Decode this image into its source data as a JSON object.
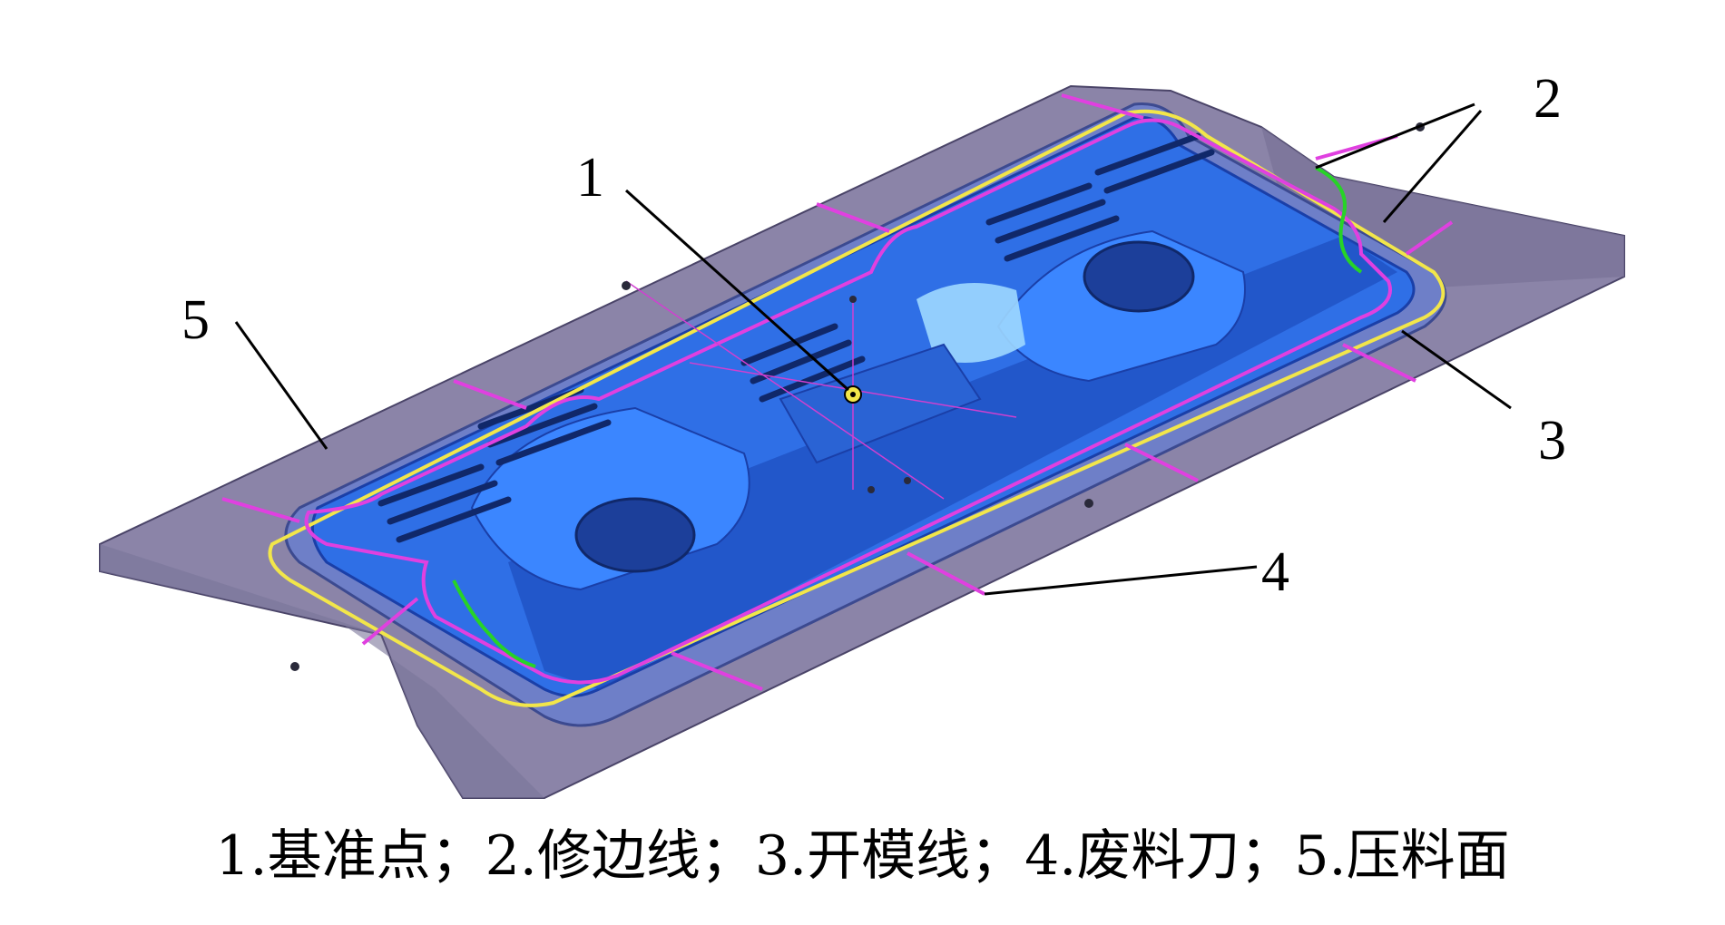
{
  "figure": {
    "callout_numbers": [
      "1",
      "2",
      "3",
      "4",
      "5"
    ],
    "caption": "1.基准点；2.修边线；3.开模线；4.废料刀；5.压料面"
  },
  "colors": {
    "binder_surface": "#8b84a8",
    "binder_edge": "#5d5780",
    "part_surface": "#2f6fe6",
    "part_dark": "#1a3fa8",
    "part_highlight": "#9fd8ff",
    "trim_line": "#e040e0",
    "open_line": "#f2e64a",
    "green_line": "#27d327"
  },
  "icons": {
    "datum_point": "datum-point-icon"
  }
}
